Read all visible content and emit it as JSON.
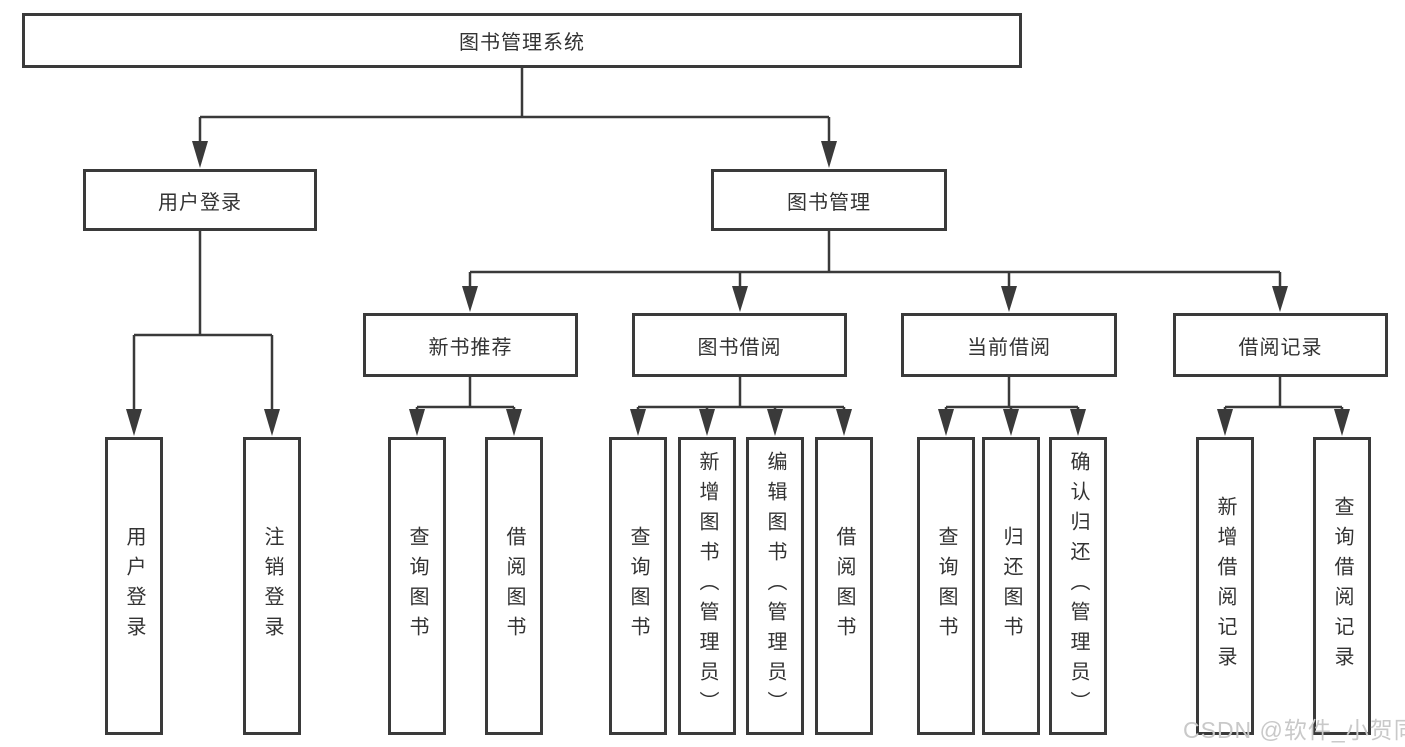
{
  "tree": {
    "root": {
      "label": "图书管理系统"
    },
    "branches": [
      {
        "label": "用户登录",
        "leaves": [
          {
            "label": "用户登录"
          },
          {
            "label": "注销登录"
          }
        ]
      },
      {
        "label": "图书管理",
        "groups": [
          {
            "label": "新书推荐",
            "leaves": [
              {
                "label": "查询图书"
              },
              {
                "label": "借阅图书"
              }
            ]
          },
          {
            "label": "图书借阅",
            "leaves": [
              {
                "label": "查询图书"
              },
              {
                "label": "新增图书（管理员）"
              },
              {
                "label": "编辑图书（管理员）"
              },
              {
                "label": "借阅图书"
              }
            ]
          },
          {
            "label": "当前借阅",
            "leaves": [
              {
                "label": "查询图书"
              },
              {
                "label": "归还图书"
              },
              {
                "label": "确认归还（管理员）"
              }
            ]
          },
          {
            "label": "借阅记录",
            "leaves": [
              {
                "label": "新增借阅记录"
              },
              {
                "label": "查询借阅记录"
              }
            ]
          }
        ]
      }
    ]
  },
  "watermark": {
    "text": "CSDN @软件_小贺同学"
  },
  "colors": {
    "line": "#3a3a3a",
    "box_border": "#3a3a3a",
    "text": "#333333",
    "background": "#ffffff",
    "watermark": "#c9c9c9"
  }
}
